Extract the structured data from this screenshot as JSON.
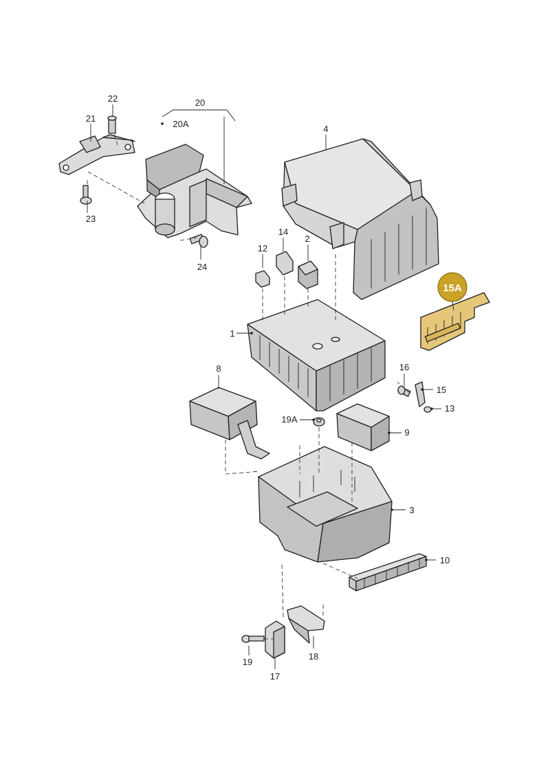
{
  "labels": {
    "p1": "1",
    "p2": "2",
    "p3": "3",
    "p4": "4",
    "p8": "8",
    "p9": "9",
    "p10": "10",
    "p12": "12",
    "p13": "13",
    "p14": "14",
    "p15": "15",
    "p15a": "15A",
    "p16": "16",
    "p17": "17",
    "p18": "18",
    "p19": "19",
    "p19a": "19A",
    "p20": "20",
    "p20a": "20A",
    "p21": "21",
    "p22": "22",
    "p23": "23",
    "p24": "24"
  },
  "colors": {
    "part_light": "#e4e4e4",
    "part_mid": "#c9c9c9",
    "part_dark": "#a9a9a9",
    "outline": "#1e1e1e",
    "highlight_fill": "#c9a227",
    "highlight_part": "#e6c77a"
  }
}
